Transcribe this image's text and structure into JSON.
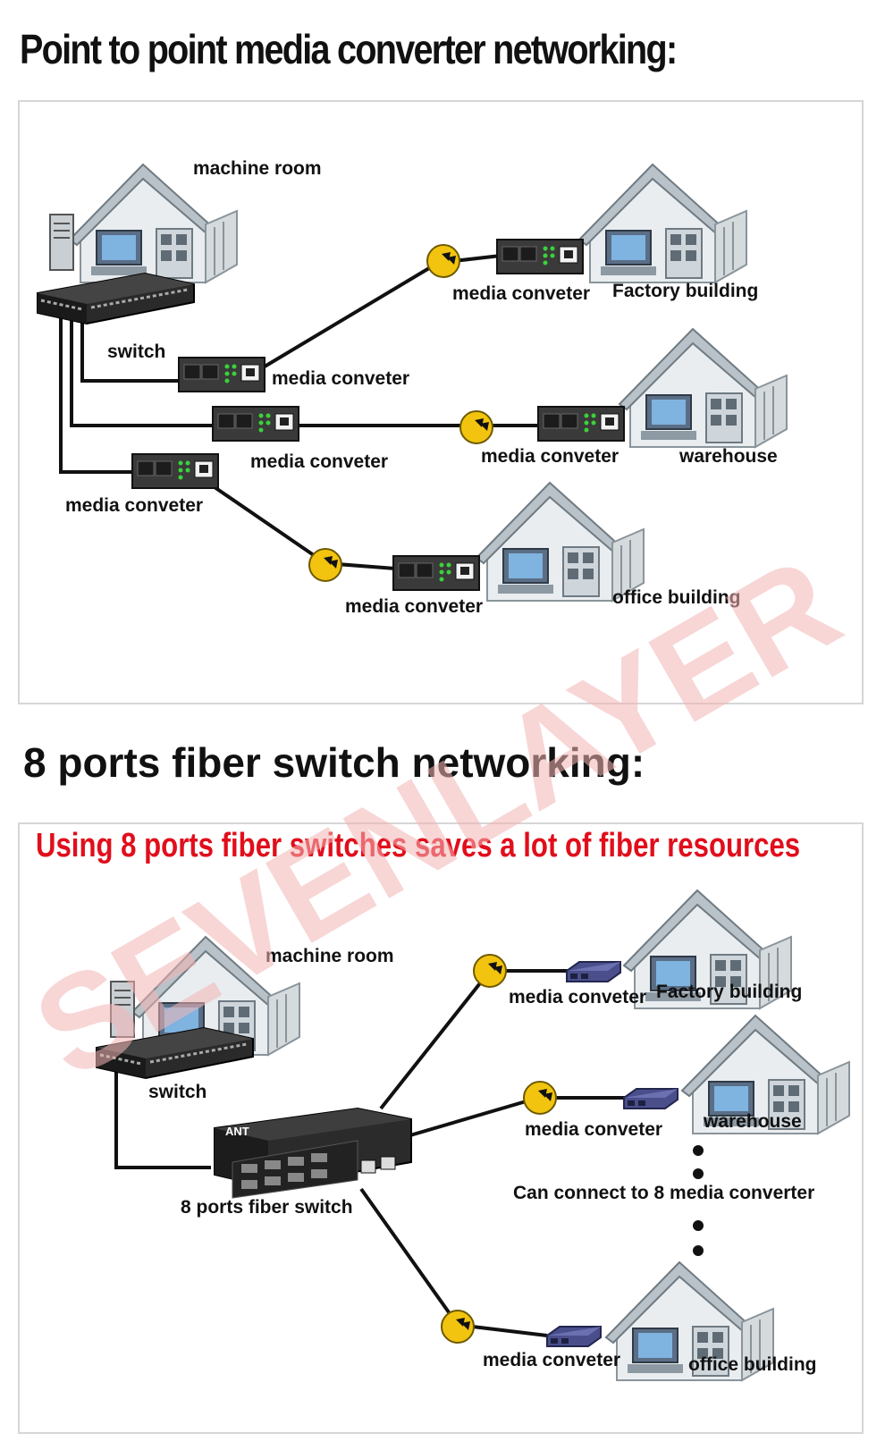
{
  "section1": {
    "heading": "Point to point media converter networking:",
    "labels": {
      "machine_room": "machine room",
      "switch": "switch",
      "mc_top_right": "media conveter",
      "factory": "Factory building",
      "mc_row1": "media conveter",
      "mc_row2_left": "media conveter",
      "mc_row2_right": "media conveter",
      "warehouse": "warehouse",
      "mc_row3_left": "media conveter",
      "mc_bottom": "media conveter",
      "office": "office building"
    }
  },
  "section2": {
    "heading": "8 ports fiber switch networking:",
    "tagline": "Using 8 ports fiber switches saves a lot of fiber resources",
    "labels": {
      "machine_room": "machine room",
      "switch": "switch",
      "fiber_switch": "8 ports fiber switch",
      "device_brand": "ANT",
      "mc_factory": "media conveter",
      "factory": "Factory building",
      "mc_warehouse": "media conveter",
      "warehouse": "warehouse",
      "note": "Can connect to 8 media converter",
      "mc_office": "media conveter",
      "office": "office building"
    }
  },
  "watermark": "SEVENLAYER",
  "colors": {
    "tagline": "#e10e1b",
    "watermark": "#f3b5b5",
    "fiber_node": "#f2c40f",
    "house_roof": "#b9c2c8",
    "converter_dark": "#3a3a3a",
    "converter_blue": "#4a4f8c"
  }
}
